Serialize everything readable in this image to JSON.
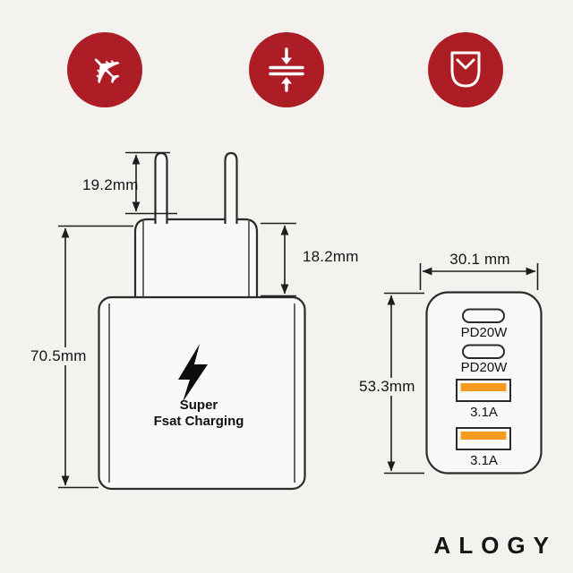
{
  "features": {
    "airplane": {
      "name": "airplane-icon",
      "glyph": "✈"
    },
    "compress": {
      "name": "compress-icon"
    },
    "pocket": {
      "name": "pocket-icon"
    }
  },
  "colors": {
    "badge_red": "#ad1d25",
    "usb_orange": "#f59c20",
    "line": "#2b2b2b"
  },
  "dimensions": {
    "prong_height": "19.2mm",
    "plug_section_height": "18.2mm",
    "body_height": "70.5mm",
    "bottom_width": "30.1 mm",
    "bottom_height": "53.3mm"
  },
  "charger_text": {
    "line1": "Super",
    "line2": "Fsat Charging"
  },
  "ports": {
    "usb_c": [
      {
        "label": "PD20W"
      },
      {
        "label": "PD20W"
      }
    ],
    "usb_a": [
      {
        "label": "3.1A"
      },
      {
        "label": "3.1A"
      }
    ]
  },
  "brand": {
    "logo": "ALOGY"
  }
}
